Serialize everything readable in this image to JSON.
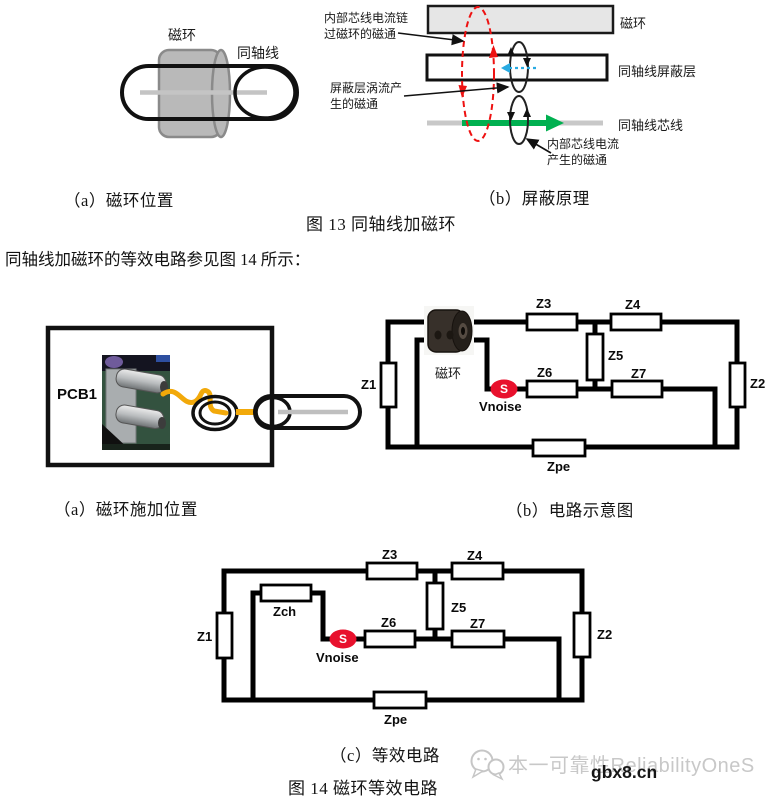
{
  "figure13": {
    "diagram_a": {
      "label_core": "磁环",
      "label_coax": "同轴线",
      "caption": "（a）磁环位置"
    },
    "diagram_b": {
      "ann_flux_link": "内部芯线电流链\n过磁环的磁通",
      "ann_eddy_flux": "屏蔽层涡流产\n生的磁通",
      "ann_core_flux": "内部芯线电流\n产生的磁通",
      "label_core": "磁环",
      "label_shield": "同轴线屏蔽层",
      "label_center": "同轴线芯线",
      "caption": "（b）屏蔽原理"
    },
    "caption": "图 13 同轴线加磁环"
  },
  "body_text": "同轴线加磁环的等效电路参见图 14 所示：",
  "figure14": {
    "diagram_a": {
      "pcb_label": "PCB1",
      "caption": "（a）磁环施加位置"
    },
    "diagram_b": {
      "core_label": "磁环",
      "z1": "Z1",
      "z2": "Z2",
      "z3": "Z3",
      "z4": "Z4",
      "z5": "Z5",
      "z6": "Z6",
      "z7": "Z7",
      "zpe": "Zpe",
      "vnoise": "Vnoise",
      "vnoise_glyph": "S",
      "caption": "（b）电路示意图"
    },
    "diagram_c": {
      "z1": "Z1",
      "z2": "Z2",
      "z3": "Z3",
      "z4": "Z4",
      "z5": "Z5",
      "z6": "Z6",
      "z7": "Z7",
      "zch": "Zch",
      "zpe": "Zpe",
      "vnoise": "Vnoise",
      "vnoise_glyph": "S",
      "caption": "（c）等效电路"
    },
    "caption": "图 14 磁环等效电路"
  },
  "watermark": {
    "brand": "本一可靠性ReliabilityOneS",
    "site": "gbx8.cn"
  },
  "colors": {
    "green_arrow": "#00b050",
    "flux_red": "#ee1111",
    "eddy_blue": "#29abe2",
    "cable_yellow": "#f2a90a",
    "vnoise_red": "#e8112d"
  }
}
